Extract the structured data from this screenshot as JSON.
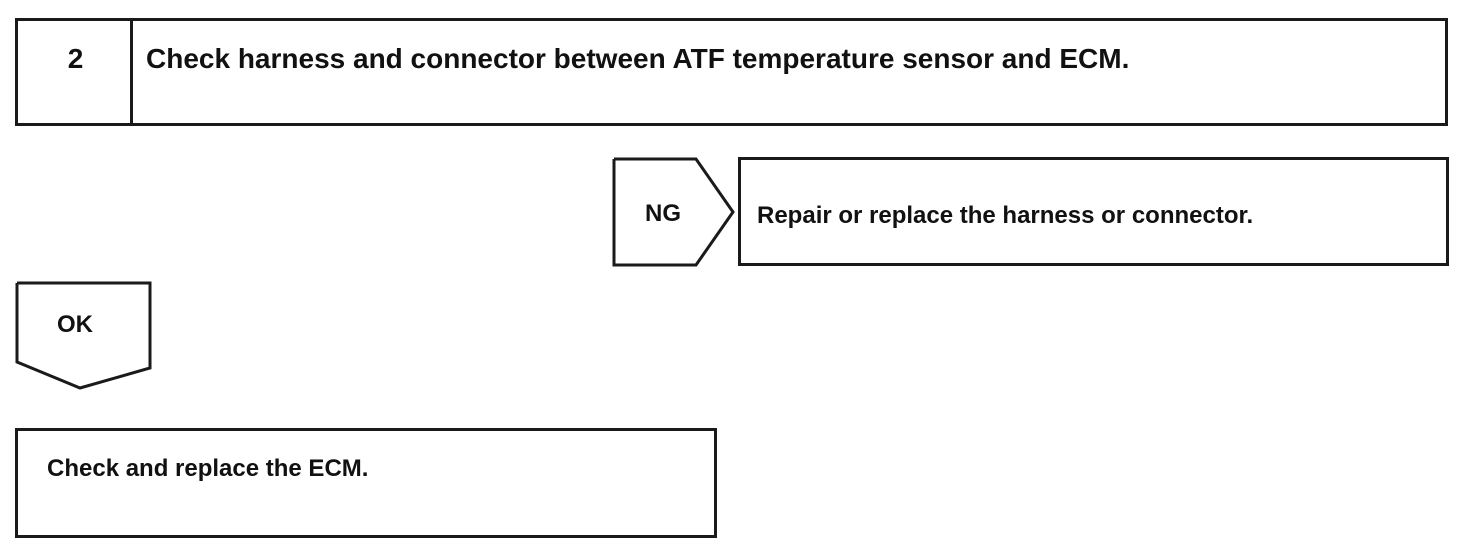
{
  "step": {
    "number": "2",
    "text": "Check harness and connector between ATF temperature sensor and ECM."
  },
  "ng_branch": {
    "label": "NG",
    "result": "Repair or replace the harness or connector."
  },
  "ok_branch": {
    "label": "OK",
    "result": "Check and replace the ECM."
  }
}
